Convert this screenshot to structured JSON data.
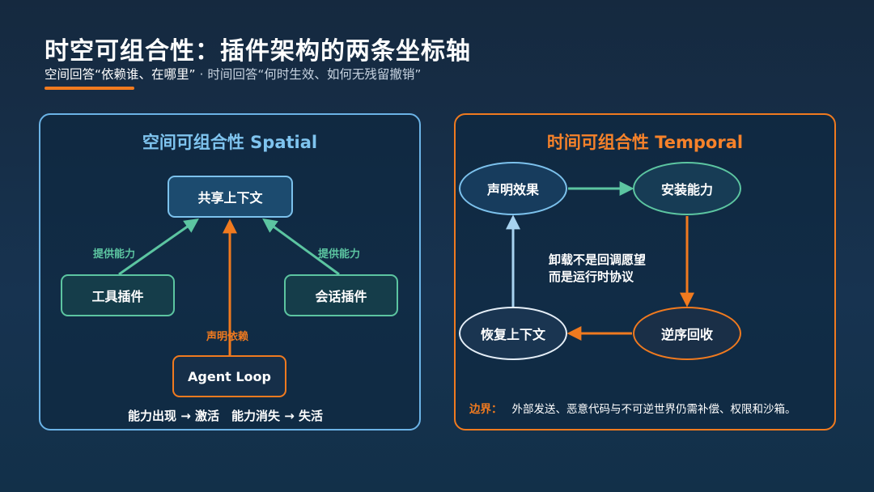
{
  "header": {
    "title": "时空可组合性：插件架构的两条坐标轴",
    "subtitle_part1": "空间回答“依赖谁、在哪里”",
    "subtitle_part2": " · 时间回答“何时生效、如何无残留撤销”"
  },
  "spatial": {
    "title": "空间可组合性 Spatial",
    "shared_context": "共享上下文",
    "tool_plugin": "工具插件",
    "session_plugin": "会话插件",
    "agent_loop": "Agent Loop",
    "provide_label_left": "提供能力",
    "provide_label_right": "提供能力",
    "declare_dependency": "声明依赖",
    "caption": "能力出现 → 激活　能力消失 → 失活"
  },
  "temporal": {
    "title": "时间可组合性 Temporal",
    "declare_effect": "声明效果",
    "install_capability": "安装能力",
    "reverse_reclaim": "逆序回收",
    "restore_context": "恢复上下文",
    "note_line1": "卸载不是回调愿望",
    "note_line2": "而是运行时协议",
    "boundary_label": "边界：",
    "boundary_text": "外部发送、恶意代码与不可逆世界仍需补偿、权限和沙箱。"
  },
  "colors": {
    "accent_orange": "#f07a1f",
    "accent_blue": "#7cc1ec",
    "accent_green": "#5cc5a1",
    "background": "#15293f"
  }
}
